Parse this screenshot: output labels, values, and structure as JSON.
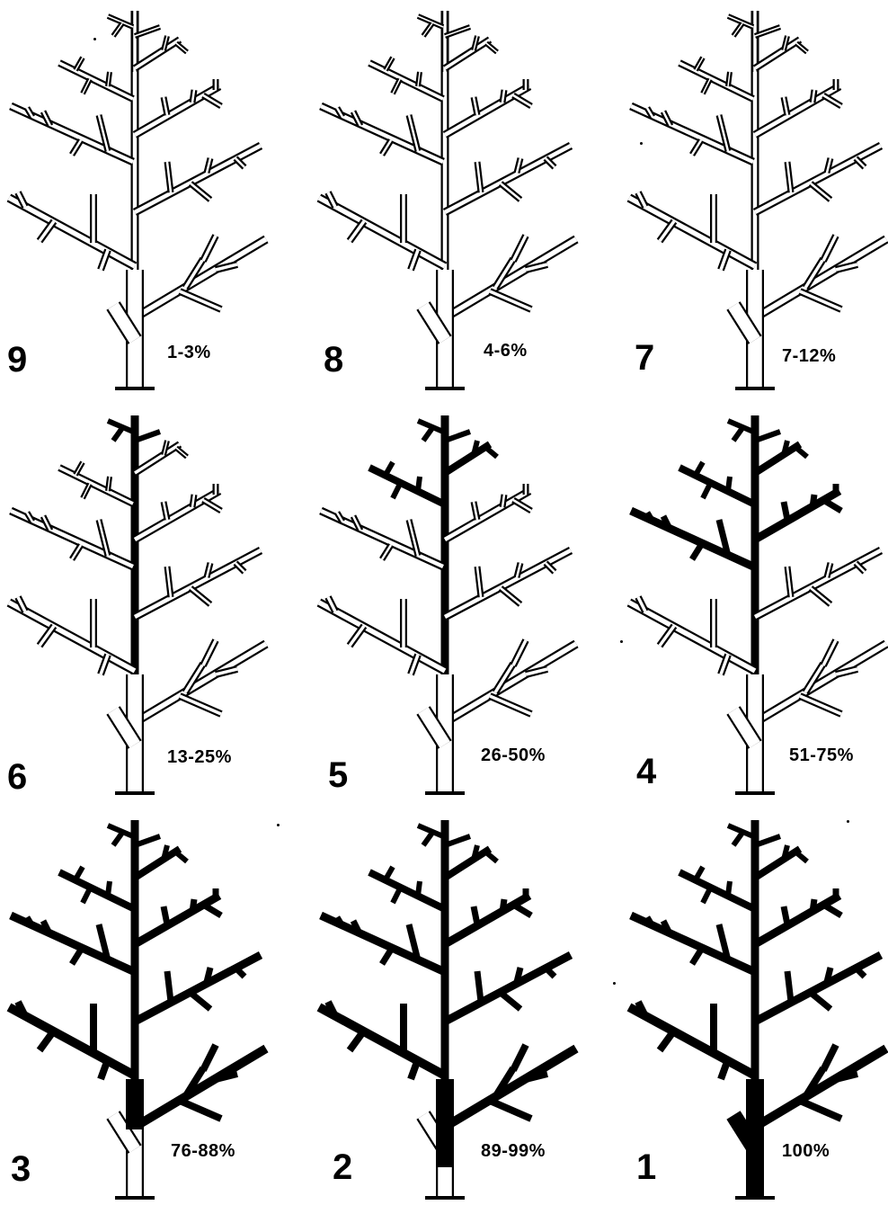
{
  "panels": [
    {
      "score": "9",
      "range": "1-3%",
      "dieback": 0.02
    },
    {
      "score": "8",
      "range": "4-6%",
      "dieback": 0.05
    },
    {
      "score": "7",
      "range": "7-12%",
      "dieback": 0.1
    },
    {
      "score": "6",
      "range": "13-25%",
      "dieback": 0.19
    },
    {
      "score": "5",
      "range": "26-50%",
      "dieback": 0.38
    },
    {
      "score": "4",
      "range": "51-75%",
      "dieback": 0.63
    },
    {
      "score": "3",
      "range": "76-88%",
      "dieback": 0.82
    },
    {
      "score": "2",
      "range": "89-99%",
      "dieback": 0.94
    },
    {
      "score": "1",
      "range": "100%",
      "dieback": 1.0
    }
  ],
  "colors": {
    "ink": "#000000",
    "paper": "#ffffff"
  }
}
